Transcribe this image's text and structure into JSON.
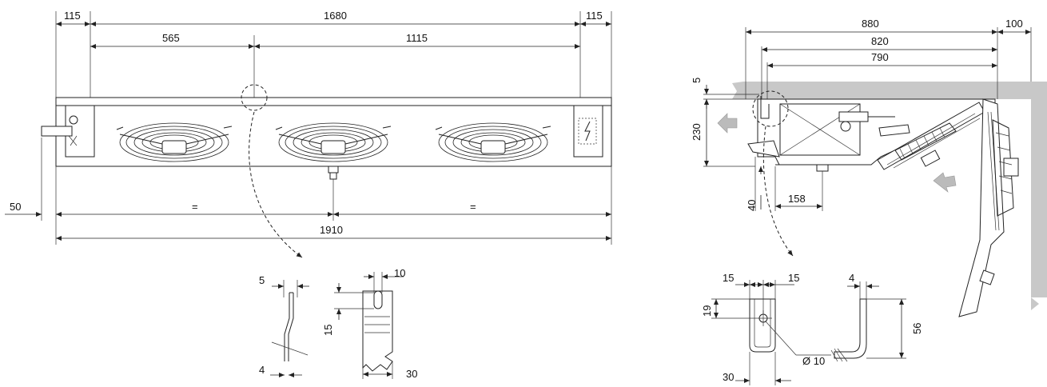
{
  "front_view": {
    "dim_total_top": "1680",
    "dim_left_115": "115",
    "dim_right_115": "115",
    "dim_565": "565",
    "dim_1115": "1115",
    "dim_50": "50",
    "dim_equal_left": "=",
    "dim_equal_right": "=",
    "dim_1910": "1910"
  },
  "front_detail": {
    "dim_5": "5",
    "dim_4": "4",
    "dim_10": "10",
    "dim_15": "15",
    "dim_30": "30"
  },
  "side_view": {
    "dim_880": "880",
    "dim_100": "100",
    "dim_820": "820",
    "dim_790": "790",
    "dim_5": "5",
    "dim_230": "230",
    "dim_40": "40",
    "dim_158": "158"
  },
  "side_detail": {
    "dim_15_left": "15",
    "dim_15_right": "15",
    "dim_19": "19",
    "dim_30": "30",
    "dim_hole": "Ø 10",
    "dim_4": "4",
    "dim_56": "56"
  }
}
